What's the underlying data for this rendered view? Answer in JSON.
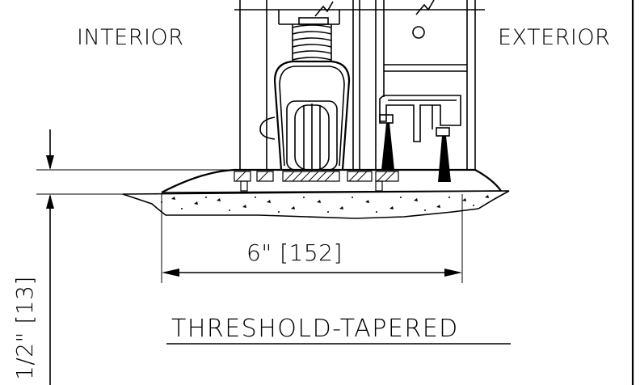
{
  "labels": {
    "interior": "INTERIOR",
    "exterior": "EXTERIOR",
    "width_dimension": "6\"  [152]",
    "height_dimension": "1/2\"  [13]",
    "title": "THRESHOLD-TAPERED"
  },
  "colors": {
    "line": "#000000",
    "background": "#ffffff"
  }
}
